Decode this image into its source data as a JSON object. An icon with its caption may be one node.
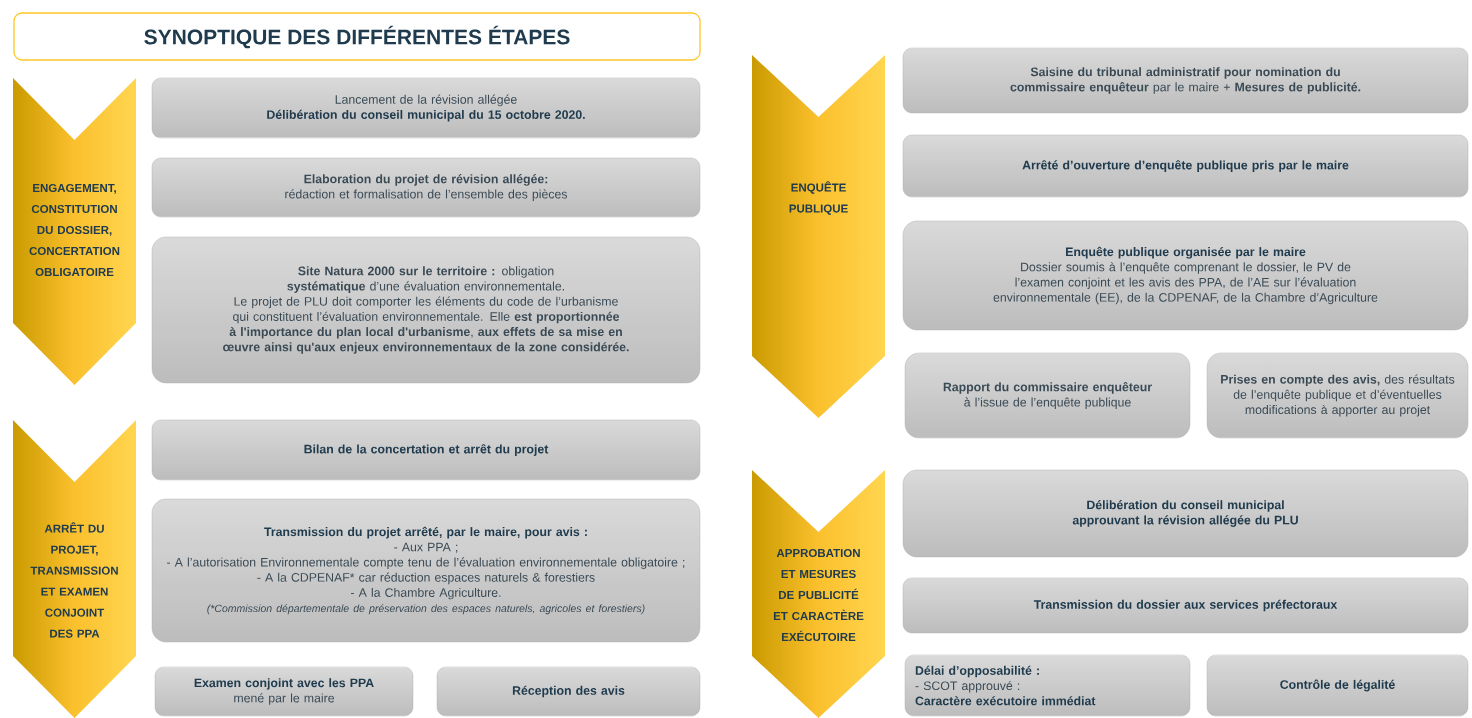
{
  "diagram": {
    "title": "SYNOPTIQUE DES DIFFÉRENTES ÉTAPES",
    "nodes": [
      {
        "text": [
          "ENGAGEMENT, CONSTITUTION DU DOSSIER, CONCERTATION OBLIGATOIRE"
        ]
      },
      {
        "text": [
          "Lancement de la révision allégée",
          "**Délibération du conseil municipal du 15 octobre 2020**."
        ]
      },
      {
        "text": [
          "**Elaboration du projet de révision allégée:** rédaction et formalisation de l’ensemble des pièces"
        ]
      },
      {
        "text": [
          "**Site Natura 2000 sur le territoire :** obligation **systématique** d’une évaluation environnementale.",
          "Le projet de PLU doit comporter les éléments du code de l’urbanisme qui constituent l’évaluation environnementale. Elle **est proportionnée à l'importance du plan local d'urbanisme**, **aux effets de sa mise en œuvre ainsi qu'aux enjeux environnementaux de la zone considérée.**"
        ]
      },
      {
        "text": [
          "ARRÊT DU PROJET, TRANSMISSION ET EXAMEN CONJOINT DES PPA"
        ]
      },
      {
        "text": [
          "Bilan de la concertation et arrêt du projet"
        ]
      },
      {
        "text": [
          "Transmission du projet arrêté, par le maire, pour avis :",
          "- Aux PPA ;",
          "- A l’autorisation Environnementale compte tenu de l’évaluation environnementale obligatoire ;",
          "- A la CDPENAF* car réduction espaces naturels & forestiers",
          "- A la Chambre Agriculture.",
          "(*Commission départementale de préservation des espaces naturels, agricoles et forestiers)"
        ]
      },
      {
        "text": [
          "Examen conjoint avec les PPA",
          "mené par le maire"
        ]
      },
      {
        "text": [
          "Réception des avis"
        ]
      },
      {
        "text": [
          "ENQUÊTE PUBLIQUE"
        ]
      },
      {
        "text": [
          "**Saisine du tribunal administratif pour nomination du commissaire enquêteur** par le maire + **Mesures de publicité.**"
        ]
      },
      {
        "text": [
          "Arrêté d’ouverture d’enquête publique pris par le maire"
        ]
      },
      {
        "text": [
          "Enquête publique organisée par le maire",
          "Dossier soumis à l’enquête comprenant le dossier, le PV de l’examen conjoint et les avis des PPA, de l’AE sur l’évaluation environnementale (EE), de la CDPENAF, de la Chambre d’Agriculture"
        ]
      },
      {
        "text": [
          "**Rapport du commissaire enquêteur** à l’issue de l’enquête publique"
        ]
      },
      {
        "text": [
          "**Prises en compte des avis,** des résultats de l’enquête publique et d’éventuelles modifications à apporter au projet"
        ]
      },
      {
        "text": [
          "APPROBATION ET MESURES DE PUBLICITÉ ET CARACTÈRE EXÉCUTOIRE"
        ]
      },
      {
        "text": [
          "Délibération du conseil municipal approuvant la révision allégée du PLU"
        ]
      },
      {
        "text": [
          "Transmission du dossier aux services préfectoraux"
        ]
      },
      {
        "text": [
          "Délai d’opposabilité :",
          "- SCOT approuvé :",
          "Caractère exécutoire immédiat"
        ]
      },
      {
        "text": [
          "Contrôle de légalité"
        ]
      }
    ]
  }
}
